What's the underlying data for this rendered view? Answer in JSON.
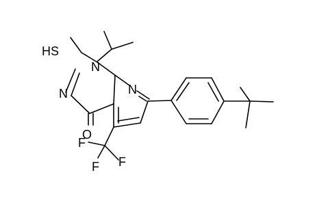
{
  "figure": {
    "type": "chemical-structure",
    "colors": {
      "background": "#ffffff",
      "ink": "#000000"
    }
  },
  "atoms": {
    "sh": "HS",
    "n1": "N",
    "n3": "N",
    "n8": "N",
    "o": "O",
    "f_left": "F",
    "f_right": "F",
    "f_bottom": "F"
  }
}
